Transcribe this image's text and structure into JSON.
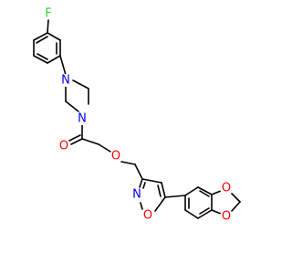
{
  "structure": {
    "atoms": [
      {
        "id": "F",
        "label": "F",
        "color": "#33cc33"
      },
      {
        "id": "N_pip_top",
        "label": "N",
        "color": "#0000ff"
      },
      {
        "id": "N_pip_amide",
        "label": "N",
        "color": "#0000ff"
      },
      {
        "id": "O_carbonyl",
        "label": "O",
        "color": "#ff0000"
      },
      {
        "id": "O_ether",
        "label": "O",
        "color": "#ff0000"
      },
      {
        "id": "N_isox",
        "label": "N",
        "color": "#0000ff"
      },
      {
        "id": "O_isox",
        "label": "O",
        "color": "#ff0000"
      },
      {
        "id": "O_diox_top",
        "label": "O",
        "color": "#ff0000"
      },
      {
        "id": "O_diox_bottom",
        "label": "O",
        "color": "#ff0000"
      }
    ],
    "bond_color": "#000000"
  }
}
